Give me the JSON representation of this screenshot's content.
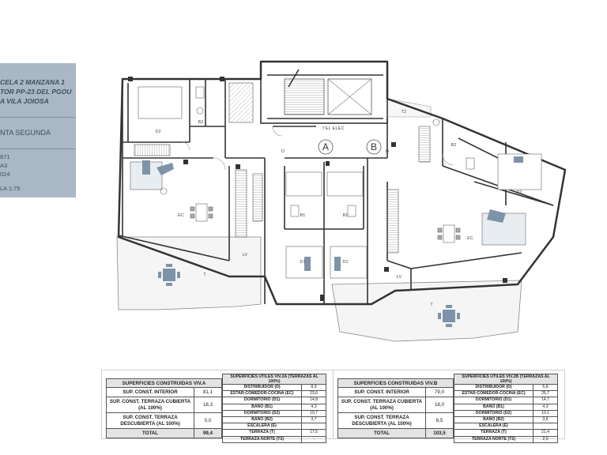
{
  "title_block": {
    "line1": "CELA 2 MANZANA 1",
    "line2": "TOR PP-23 DEL PGOU",
    "line3": "A VILA JOIOSA",
    "floor": "NTA SEGUNDA",
    "ref1": "871",
    "ref2": "A3",
    "ref3": "024",
    "scale": "LA 1:75"
  },
  "plan_labels": {
    "unit_a": "A",
    "unit_b": "B",
    "elec": "TEL  ELEC",
    "d2_left": "D2",
    "b2_left": "B2",
    "ec_left": "EC",
    "d_left": "D",
    "b1_left": "B1",
    "d1_left": "D1",
    "lv_left": "LV",
    "t_left": "T",
    "t2_right": "T2",
    "d_right": "D",
    "b2_right": "B2",
    "d2_right": "D2",
    "ec_right": "EC",
    "b1_right": "B1",
    "d1_right": "D1",
    "lv_right": "LV",
    "t_right": "T"
  },
  "table_constr_a": {
    "header": "SUPERFICIES CONSTRUIDAS VIV.A",
    "rows": [
      {
        "label": "SUP. CONST. INTERIOR",
        "value": "81,1"
      },
      {
        "label": "SUP. CONST. TERRAZA CUBIERTA (AL 100%)",
        "value": "18,3"
      },
      {
        "label": "SUP. CONST. TERRAZA DESCUBIERTA (AL 100%)",
        "value": "0,0"
      }
    ],
    "total_label": "TOTAL",
    "total_value": "99,4"
  },
  "table_utiles_a": {
    "header": "SUPERFICIES ÚTILES VIV.2A (TERRAZAS AL 100%)",
    "rows": [
      {
        "label": "DISTRIBUIDOR (D)",
        "value": "8,9"
      },
      {
        "label": "ESTAR-COMEDOR-COCINA (EC)",
        "value": "23,6"
      },
      {
        "label": "DORMITORIO (D1)",
        "value": "14,8"
      },
      {
        "label": "BAÑO (B1)",
        "value": "4,3"
      },
      {
        "label": "DORMITORIO (D2)",
        "value": "10,7"
      },
      {
        "label": "BAÑO (B2)",
        "value": "3,7"
      },
      {
        "label": "ESCALERA (E)",
        "value": ""
      },
      {
        "label": "TERRAZA (T)",
        "value": "17,5"
      },
      {
        "label": "TERRAZA NORTE (T2)",
        "value": "-"
      }
    ]
  },
  "table_constr_b": {
    "header": "SUPERFICIES CONSTRUIDAS VIV.B",
    "rows": [
      {
        "label": "SUP. CONST. INTERIOR",
        "value": "79,0"
      },
      {
        "label": "SUP. CONST. TERRAZA CUBIERTA (AL 100%)",
        "value": "18,0"
      },
      {
        "label": "SUP. CONST. TERRAZA DESCUBIERTA (AL 100%)",
        "value": "6,5"
      }
    ],
    "total_label": "TOTAL",
    "total_value": "103,5"
  },
  "table_utiles_b": {
    "header": "SUPERFICIES ÚTILES VIV.2B (TERRAZAS AL 100%)",
    "rows": [
      {
        "label": "DISTRIBUIDOR (D)",
        "value": "5,8"
      },
      {
        "label": "ESTAR-COMEDOR-COCINA (EC)",
        "value": "26,7"
      },
      {
        "label": "DORMITORIO (D1)",
        "value": "14,7"
      },
      {
        "label": "BAÑO (B1)",
        "value": "4,3"
      },
      {
        "label": "DORMITORIO (D2)",
        "value": "10,1"
      },
      {
        "label": "BAÑO (B2)",
        "value": "3,6"
      },
      {
        "label": "ESCALERA (E)",
        "value": ""
      },
      {
        "label": "TERRAZA (T)",
        "value": "21,4"
      },
      {
        "label": "TERRAZA NORTE (T2)",
        "value": "2,0"
      }
    ]
  }
}
